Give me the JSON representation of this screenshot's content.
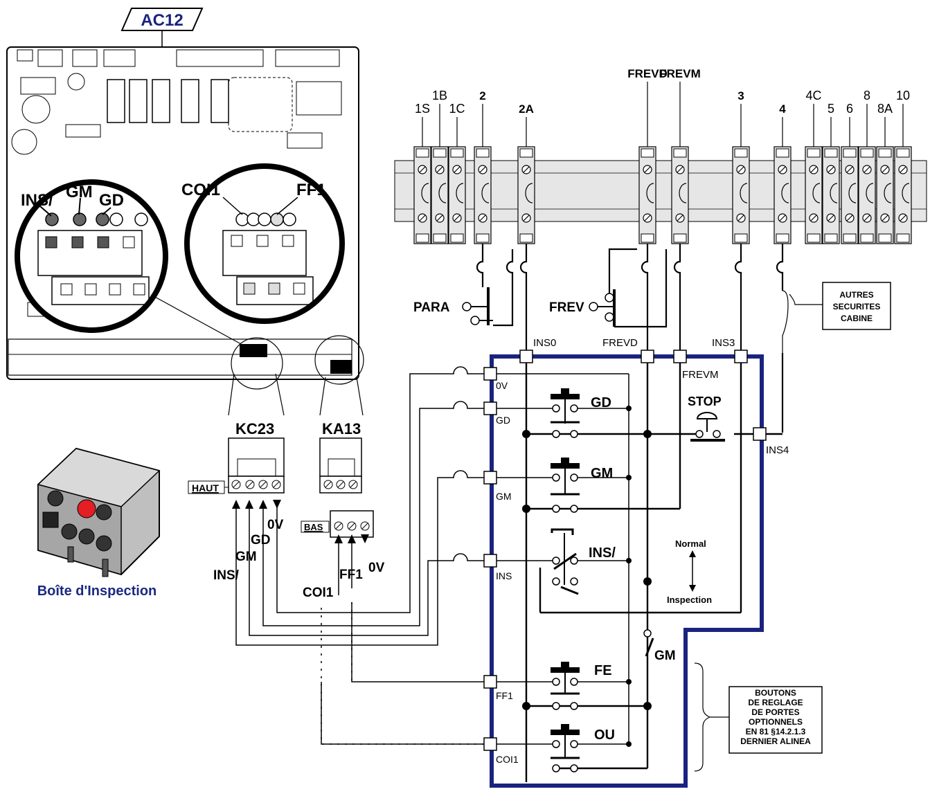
{
  "board": {
    "title": "AC12",
    "left_zoom_labels": [
      "INS/",
      "GM",
      "GD"
    ],
    "right_zoom_labels": [
      "COI1",
      "FF1"
    ]
  },
  "connectors": {
    "kc23": {
      "name": "KC23",
      "side": "HAUT"
    },
    "ka13": {
      "name": "KA13",
      "side": "BAS"
    },
    "kc23_wires": [
      "INS/",
      "GM",
      "GD",
      "0V"
    ],
    "ka13_wires": [
      "COI1",
      "FF1",
      "0V"
    ]
  },
  "inspection_box": {
    "caption": "Boîte d'Inspection",
    "caption_color": "#1a2a80"
  },
  "terminals": {
    "labels": [
      "1S",
      "1B",
      "1C",
      "2",
      "2A",
      "FREVD",
      "FREVM",
      "3",
      "4",
      "4C",
      "5",
      "6",
      "8",
      "8A",
      "10"
    ],
    "bold": [
      "2",
      "2A",
      "FREVD",
      "FREVM",
      "3",
      "4"
    ]
  },
  "contacts": {
    "para": "PARA",
    "frev": "FREV"
  },
  "box_nodes": {
    "top": [
      "INS0",
      "FREVD",
      "FREVM",
      "INS3"
    ],
    "left": [
      "0V",
      "GD",
      "GM",
      "INS",
      "FF1",
      "COI1"
    ],
    "right": "INS4"
  },
  "buttons": {
    "gd": "GD",
    "gm": "GM",
    "ins": "INS/",
    "fe": "FE",
    "ou": "OU",
    "stop": "STOP",
    "gm_switch": "GM"
  },
  "mode": {
    "normal": "Normal",
    "inspection": "Inspection"
  },
  "notes": {
    "autres": [
      "AUTRES",
      "SECURITES",
      "CABINE"
    ],
    "boutons": [
      "BOUTONS",
      "DE REGLAGE",
      "DE PORTES",
      "OPTIONNELS",
      "EN 81 §14.2.1.3",
      "DERNIER ALINEA"
    ]
  },
  "colors": {
    "frame": "#1a237e",
    "line": "#000000",
    "terminal_fill": "#e6e6e6",
    "stop_red": "#e31e24"
  }
}
